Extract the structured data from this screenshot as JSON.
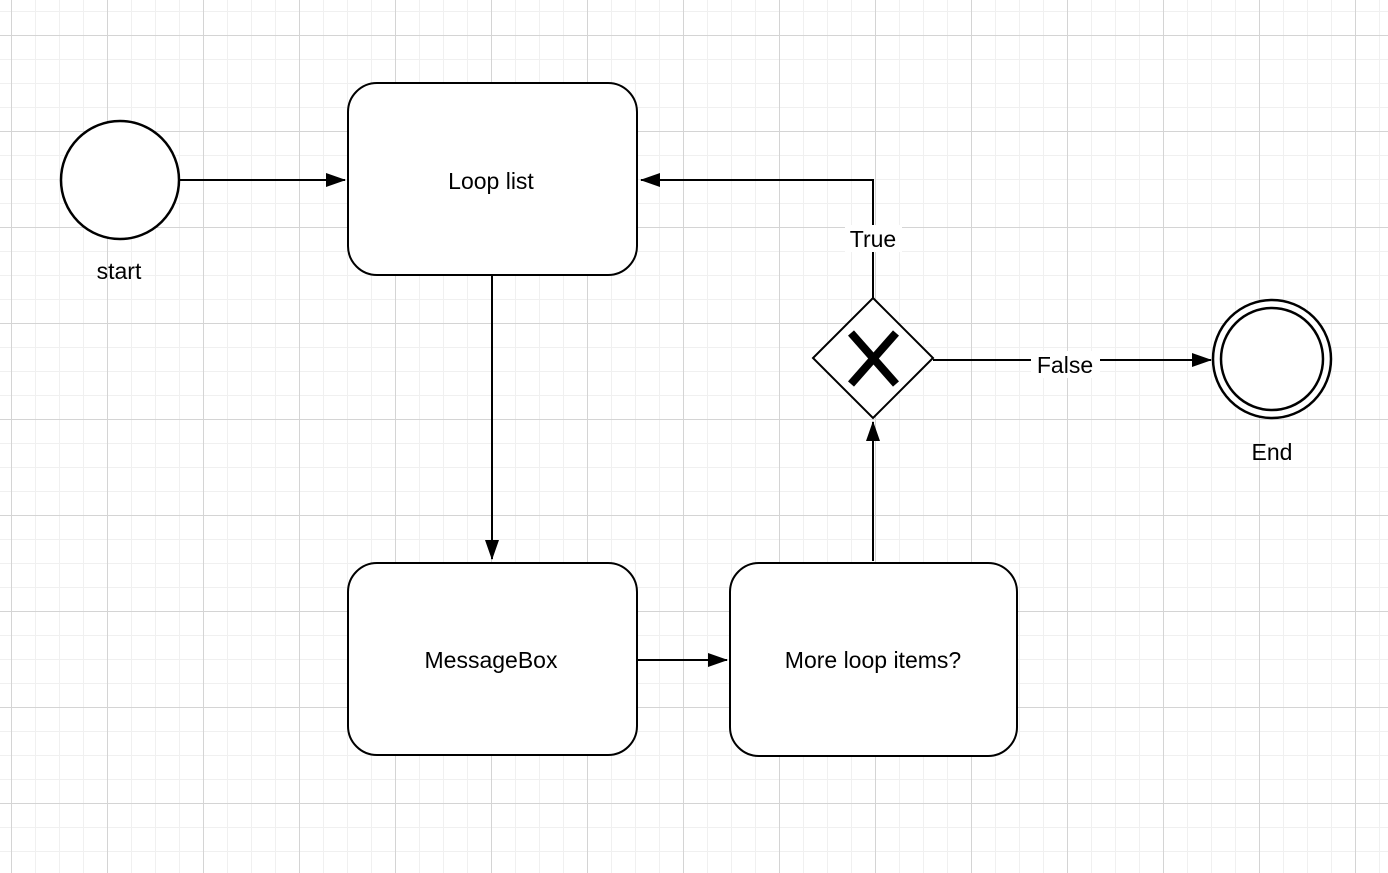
{
  "canvas": {
    "background_color": "#ffffff",
    "grid_minor_color": "#f0f0f0",
    "grid_major_color": "#d4d4d4"
  },
  "diagram": {
    "stroke_color": "#000000",
    "fill_color": "#ffffff",
    "text_color": "#000000",
    "nodes": [
      {
        "id": "start",
        "type": "start-event",
        "shape": "circle",
        "label": "start"
      },
      {
        "id": "loop-list",
        "type": "task",
        "shape": "rounded-rectangle",
        "label": "Loop list"
      },
      {
        "id": "message-box",
        "type": "task",
        "shape": "rounded-rectangle",
        "label": "MessageBox"
      },
      {
        "id": "more-loop-items",
        "type": "task",
        "shape": "rounded-rectangle",
        "label": "More loop items?"
      },
      {
        "id": "xor-gateway",
        "type": "exclusive-gateway",
        "shape": "diamond-with-x",
        "label": ""
      },
      {
        "id": "end",
        "type": "end-event",
        "shape": "double-circle",
        "label": "End"
      }
    ],
    "edges": [
      {
        "id": "start-to-loop-list",
        "from": "start",
        "to": "loop-list",
        "label": ""
      },
      {
        "id": "loop-list-to-message-box",
        "from": "loop-list",
        "to": "message-box",
        "label": ""
      },
      {
        "id": "message-box-to-more-loop-items",
        "from": "message-box",
        "to": "more-loop-items",
        "label": ""
      },
      {
        "id": "more-loop-items-to-gateway",
        "from": "more-loop-items",
        "to": "xor-gateway",
        "label": ""
      },
      {
        "id": "gateway-to-loop-list",
        "from": "xor-gateway",
        "to": "loop-list",
        "label": "True"
      },
      {
        "id": "gateway-to-end",
        "from": "xor-gateway",
        "to": "end",
        "label": "False"
      }
    ]
  }
}
